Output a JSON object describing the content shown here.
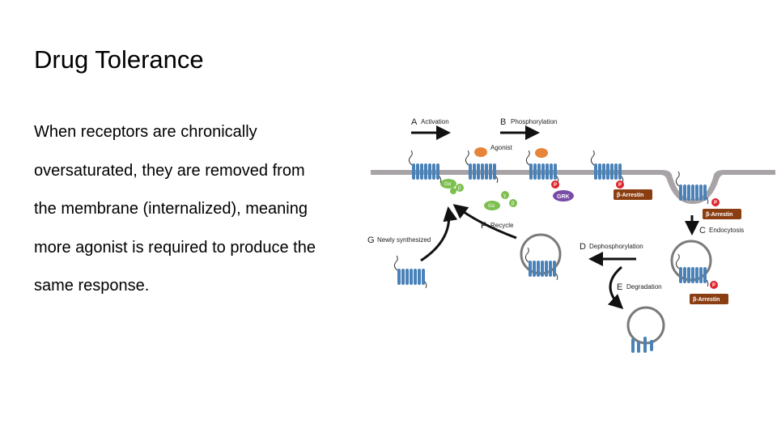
{
  "slide": {
    "title": "Drug Tolerance",
    "body_lines": [
      "When receptors are chronically",
      "oversaturated, they are removed from",
      "the membrane (internalized), meaning",
      "more agonist is required to produce the",
      "same response."
    ]
  },
  "diagram": {
    "steps": {
      "a": {
        "letter": "A",
        "label": "Activation"
      },
      "b": {
        "letter": "B",
        "label": "Phosphorylation"
      },
      "c": {
        "letter": "C",
        "label": "Endocytosis"
      },
      "d": {
        "letter": "D",
        "label": "Dephosphorylation"
      },
      "e": {
        "letter": "E",
        "label": "Degradation"
      },
      "f": {
        "letter": "F",
        "label": "Recycle"
      },
      "g": {
        "letter": "G",
        "label": "Newly synthesized"
      }
    },
    "agonist_label": "Agonist",
    "grk_label": "GRK",
    "arrestin_label": "β-Arrestin",
    "phospho_label": "P",
    "g_protein": {
      "alpha": "Gα",
      "beta": "β",
      "gamma": "γ"
    },
    "colors": {
      "receptor": "#4a82b8",
      "membrane": "#a7a3a6",
      "agonist": "#e8843a",
      "g_protein": "#7cbf4e",
      "grk": "#7a4aa8",
      "arrestin": "#8b3e12",
      "phospho": "#e0242b",
      "vesicle": "#7a7a7a"
    }
  }
}
